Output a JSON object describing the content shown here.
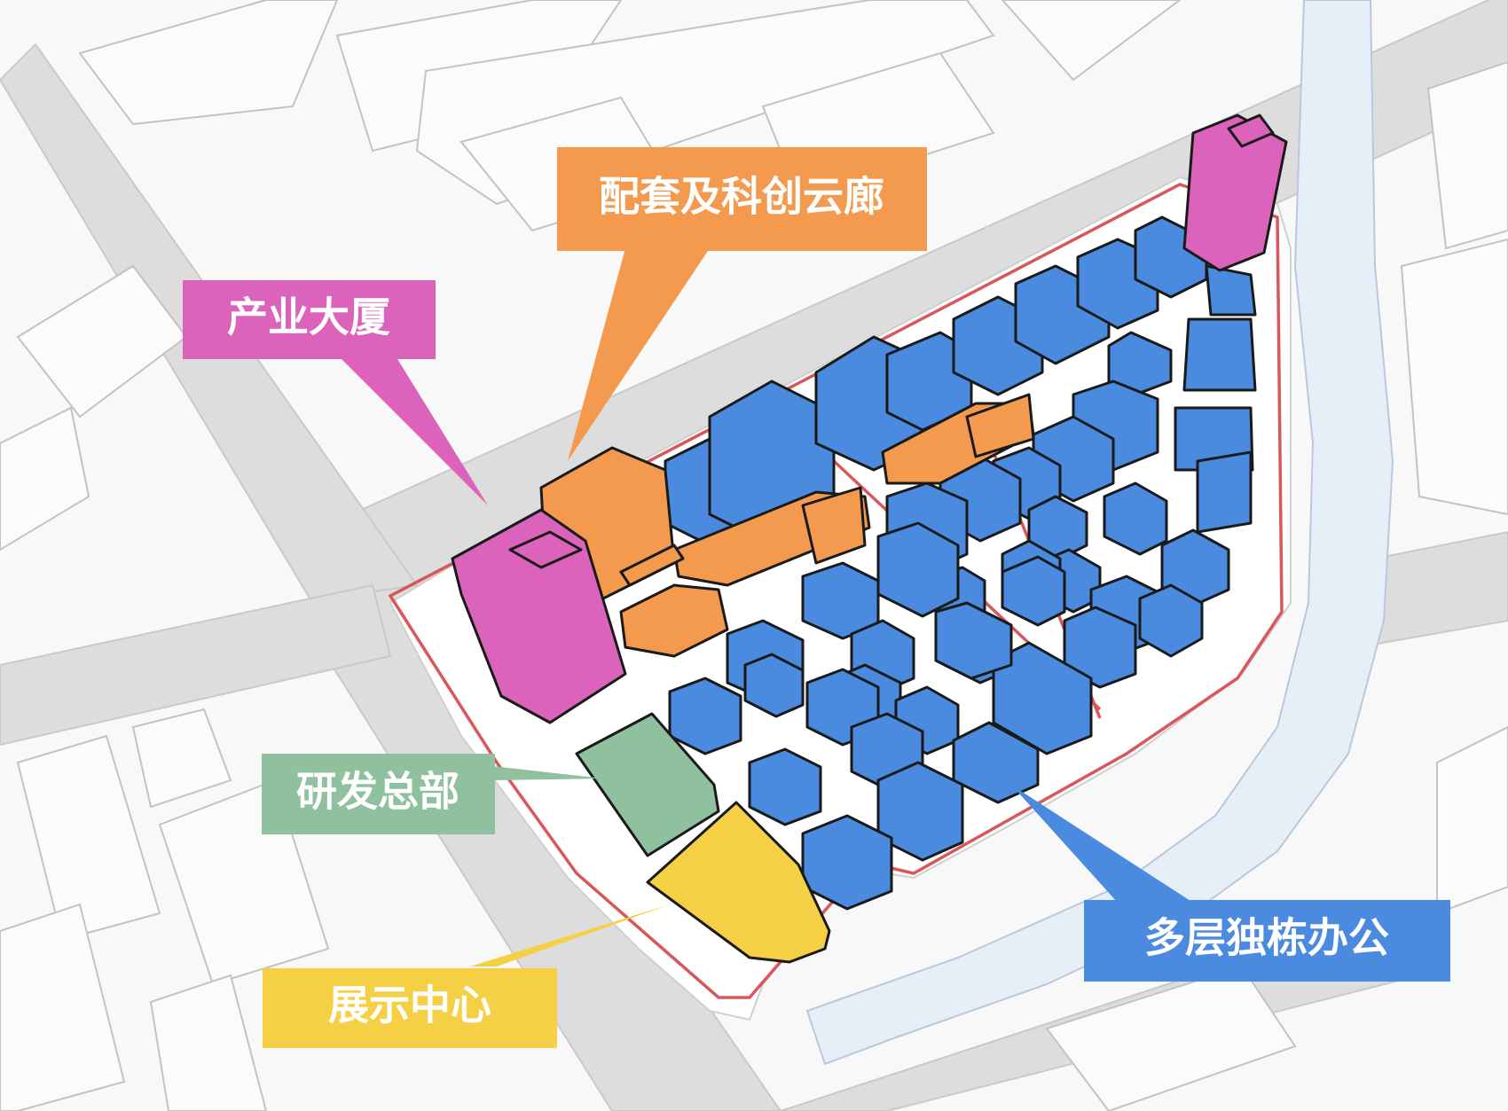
{
  "colors": {
    "industry": "#dc63bb",
    "support": "#f39a4e",
    "rnd": "#8fc19e",
    "showroom": "#f5cf44",
    "office": "#4a8be0",
    "boundary": "#d9575a",
    "road": "#dcdcdc",
    "river": "#e8eff8",
    "background": "#f8f8f8"
  },
  "labels": {
    "support": "配套及科创云廊",
    "industry": "产业大厦",
    "rnd": "研发总部",
    "showroom": "展示中心",
    "office": "多层独栋办公"
  }
}
